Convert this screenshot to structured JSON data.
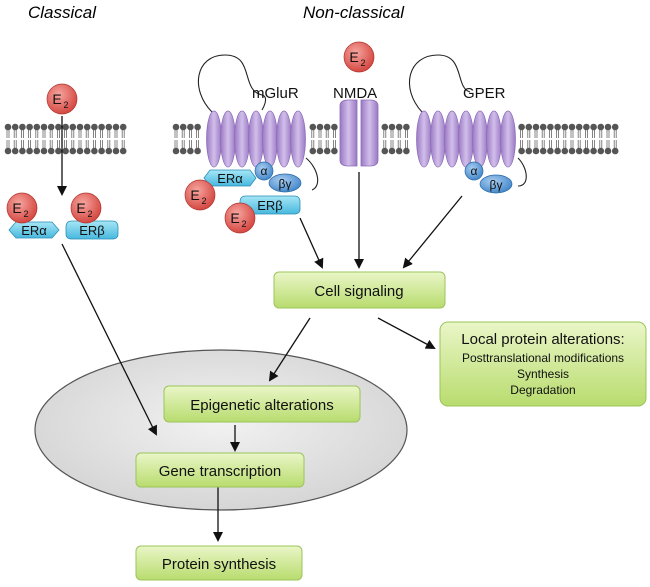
{
  "headers": {
    "classical": "Classical",
    "non_classical": "Non-classical"
  },
  "ligand": {
    "symbol": "E",
    "subscript": "2"
  },
  "receptors": {
    "er_alpha": "ERα",
    "er_beta": "ERβ",
    "mglur": "mGluR",
    "nmda": "NMDA",
    "gper": "GPER",
    "g_alpha": "α",
    "g_beta_gamma": "βγ"
  },
  "boxes": {
    "cell_signaling": "Cell signaling",
    "local_title": "Local protein alterations:",
    "local_items": [
      "Posttranslational modifications",
      "Synthesis",
      "Degradation"
    ],
    "epigenetic": "Epigenetic alterations",
    "gene_transcription": "Gene transcription",
    "protein_synthesis": "Protein synthesis"
  },
  "colors": {
    "e2_red": "#e0504a",
    "receptor_purple": "#b89bd6",
    "er_blue": "#6ccde8",
    "g_blue": "#5b9bd5",
    "box_green": "#cfe89a",
    "nucleus_gray": "#e3e3e3"
  }
}
